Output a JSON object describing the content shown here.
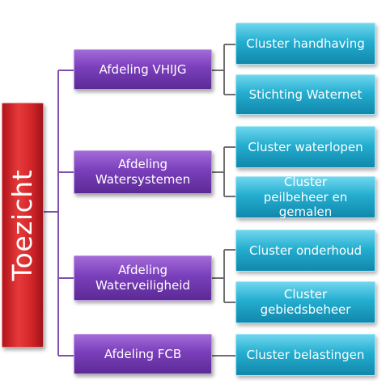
{
  "root": {
    "label": "Toezicht"
  },
  "departments": [
    {
      "label": "Afdeling VHIJG"
    },
    {
      "label": "Afdeling Watersystemen"
    },
    {
      "label": "Afdeling Waterveiligheid"
    },
    {
      "label": "Afdeling FCB"
    }
  ],
  "clusters": [
    {
      "label": "Cluster handhaving"
    },
    {
      "label": "Stichting Waternet"
    },
    {
      "label": "Cluster waterlopen"
    },
    {
      "label": "Cluster peilbeheer en gemalen"
    },
    {
      "label": "Cluster onderhoud"
    },
    {
      "label": "Cluster gebiedsbeheer"
    },
    {
      "label": "Cluster belastingen"
    }
  ],
  "colors": {
    "root": "#d4262a",
    "department": "#7a3fbb",
    "cluster": "#24aed0",
    "connector": "#7e4fae"
  }
}
